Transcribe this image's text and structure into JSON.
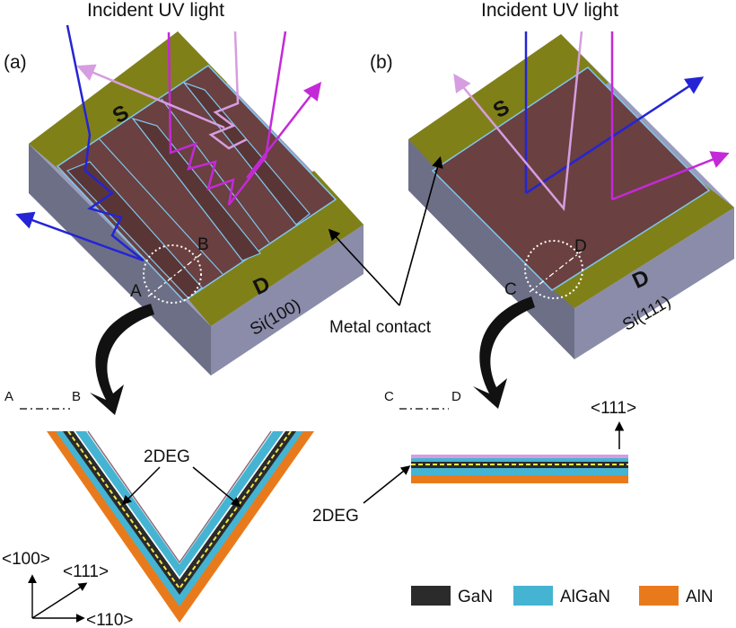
{
  "panel_a": {
    "label": "(a)",
    "title": "Incident UV light",
    "source": "S",
    "drain": "D",
    "substrate": "Si(100)",
    "point_a": "A",
    "point_b": "B",
    "section_start": "A",
    "section_end": "B",
    "twodeg": "2DEG",
    "dir_100": "<100>",
    "dir_111": "<111>",
    "dir_110": "<110>"
  },
  "panel_b": {
    "label": "(b)",
    "title": "Incident UV light",
    "source": "S",
    "drain": "D",
    "substrate": "Si(111)",
    "point_c": "C",
    "point_d": "D",
    "section_start": "C",
    "section_end": "D",
    "twodeg": "2DEG",
    "dir_111": "<111>"
  },
  "metal_contact": "Metal contact",
  "legend": [
    {
      "label": "GaN",
      "color": "#2b2b2b"
    },
    {
      "label": "AlGaN",
      "color": "#45b4d2"
    },
    {
      "label": "AlN",
      "color": "#e97a1c"
    }
  ],
  "colors": {
    "contact": "#808019",
    "channel": "#6a4040",
    "substrate_top": "#9a9dbd",
    "substrate_side": "#6d6f86",
    "ray_blue": "#2424d6",
    "ray_magenta": "#c429d8",
    "ray_pink": "#d69de0"
  }
}
